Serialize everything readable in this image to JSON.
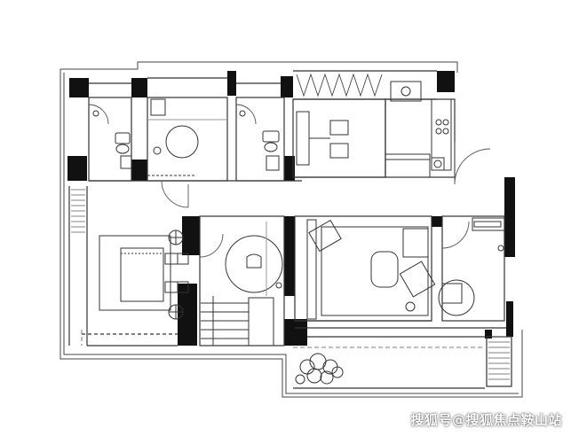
{
  "watermark": {
    "text": "搜狐号@搜狐焦点鞍山站"
  },
  "colors": {
    "wall": "#111111",
    "line": "#333333",
    "thin": "#777777",
    "light": "#cfcfcf",
    "background": "#ffffff"
  },
  "rooms": [
    {
      "name": "bathroom-left",
      "label": ""
    },
    {
      "name": "washroom-center",
      "label": ""
    },
    {
      "name": "bathroom-right",
      "label": ""
    },
    {
      "name": "dining-area",
      "label": ""
    },
    {
      "name": "kitchen",
      "label": ""
    },
    {
      "name": "bedroom-left",
      "label": ""
    },
    {
      "name": "study-room",
      "label": ""
    },
    {
      "name": "living-room",
      "label": ""
    },
    {
      "name": "bedroom-right",
      "label": ""
    },
    {
      "name": "balcony",
      "label": ""
    }
  ],
  "icons": [
    "toilet-icon",
    "sink-icon",
    "bathtub-icon",
    "stove-icon",
    "plant-icon",
    "armchair-icon",
    "bed-icon",
    "door-swing-icon"
  ]
}
